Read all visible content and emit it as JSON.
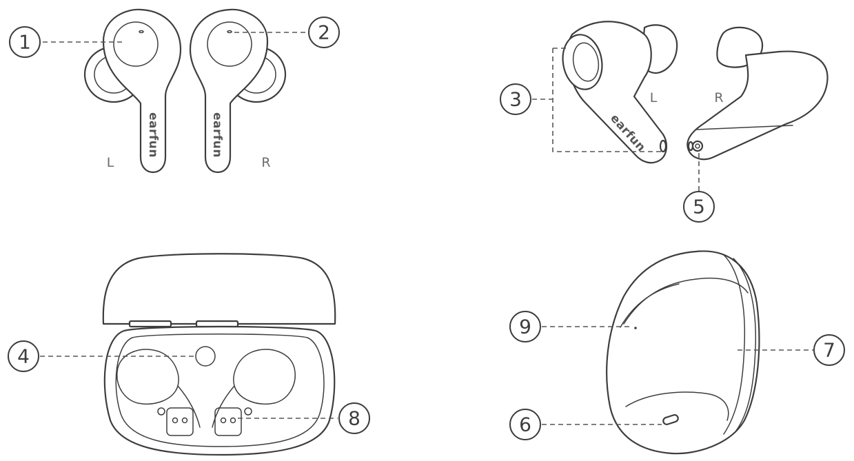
{
  "callouts": [
    "1",
    "2",
    "3",
    "4",
    "5",
    "6",
    "7",
    "8",
    "9"
  ],
  "side_labels": {
    "front_left": "L",
    "front_right": "R",
    "side_left": "L",
    "side_right": "R"
  },
  "brand_text": "earfun",
  "colors": {
    "outline": "#3d3d3d",
    "dash": "#555555",
    "label": "#6b6b6b",
    "background": "#ffffff"
  },
  "icons": [
    "left-earbud-front",
    "right-earbud-front",
    "left-earbud-side",
    "right-earbud-side",
    "charging-case-open",
    "charging-case-closed"
  ]
}
